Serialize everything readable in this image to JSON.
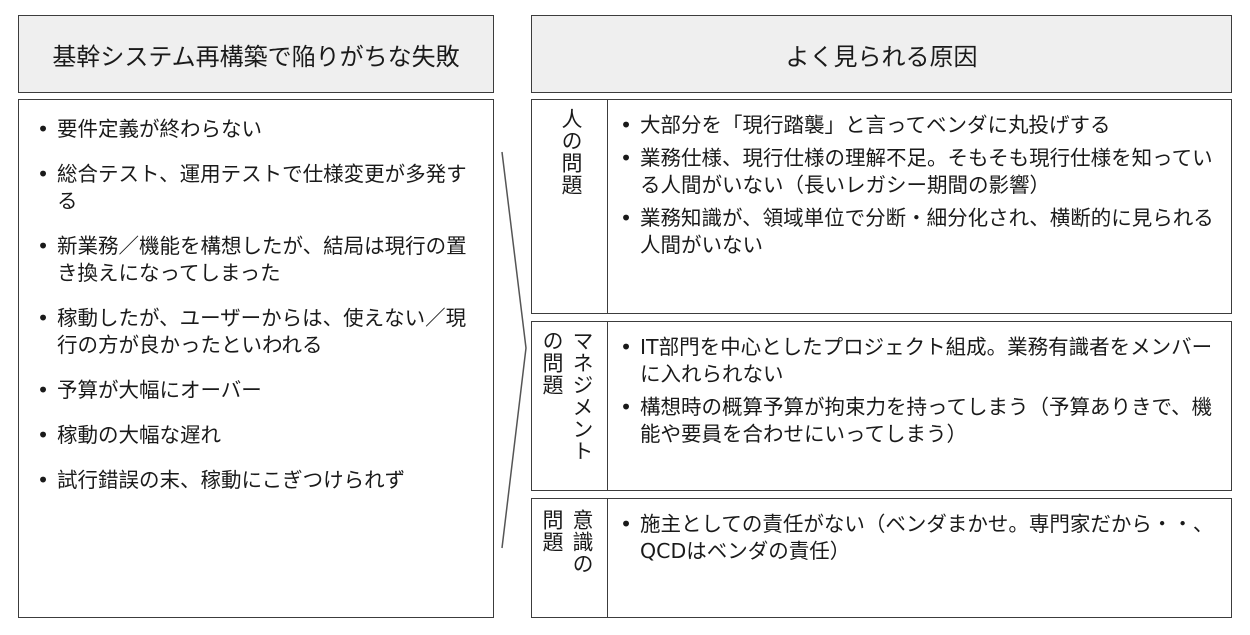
{
  "left": {
    "header": "基幹システム再構築で陥りがちな失敗",
    "items": [
      "要件定義が終わらない",
      "総合テスト、運用テストで仕様変更が多発する",
      "新業務／機能を構想したが、結局は現行の置き換えになってしまった",
      "稼動したが、ユーザーからは、使えない／現行の方が良かったといわれる",
      "予算が大幅にオーバー",
      "稼動の大幅な遅れ",
      "試行錯誤の末、稼動にこぎつけられず"
    ]
  },
  "right": {
    "header": "よく見られる原因",
    "categories": [
      {
        "label_col1": "人の問題",
        "label_col2": "",
        "items": [
          "大部分を「現行踏襲」と言ってベンダに丸投げする",
          "業務仕様、現行仕様の理解不足。そもそも現行仕様を知っている人間がいない（長いレガシー期間の影響）",
          "業務知識が、領域単位で分断・細分化され、横断的に見られる人間がいない"
        ]
      },
      {
        "label_col1": "マネジメント",
        "label_col2": "の問題",
        "items": [
          "IT部門を中心としたプロジェクト組成。業務有識者をメンバーに入れられない",
          "構想時の概算予算が拘束力を持ってしまう（予算ありきで、機能や要員を合わせにいってしまう）"
        ]
      },
      {
        "label_col1": "意識の",
        "label_col2": "問題",
        "items": [
          "施主としての責任がない（ベンダまかせ。専門家だから・・、QCDはベンダの責任）"
        ]
      }
    ]
  }
}
